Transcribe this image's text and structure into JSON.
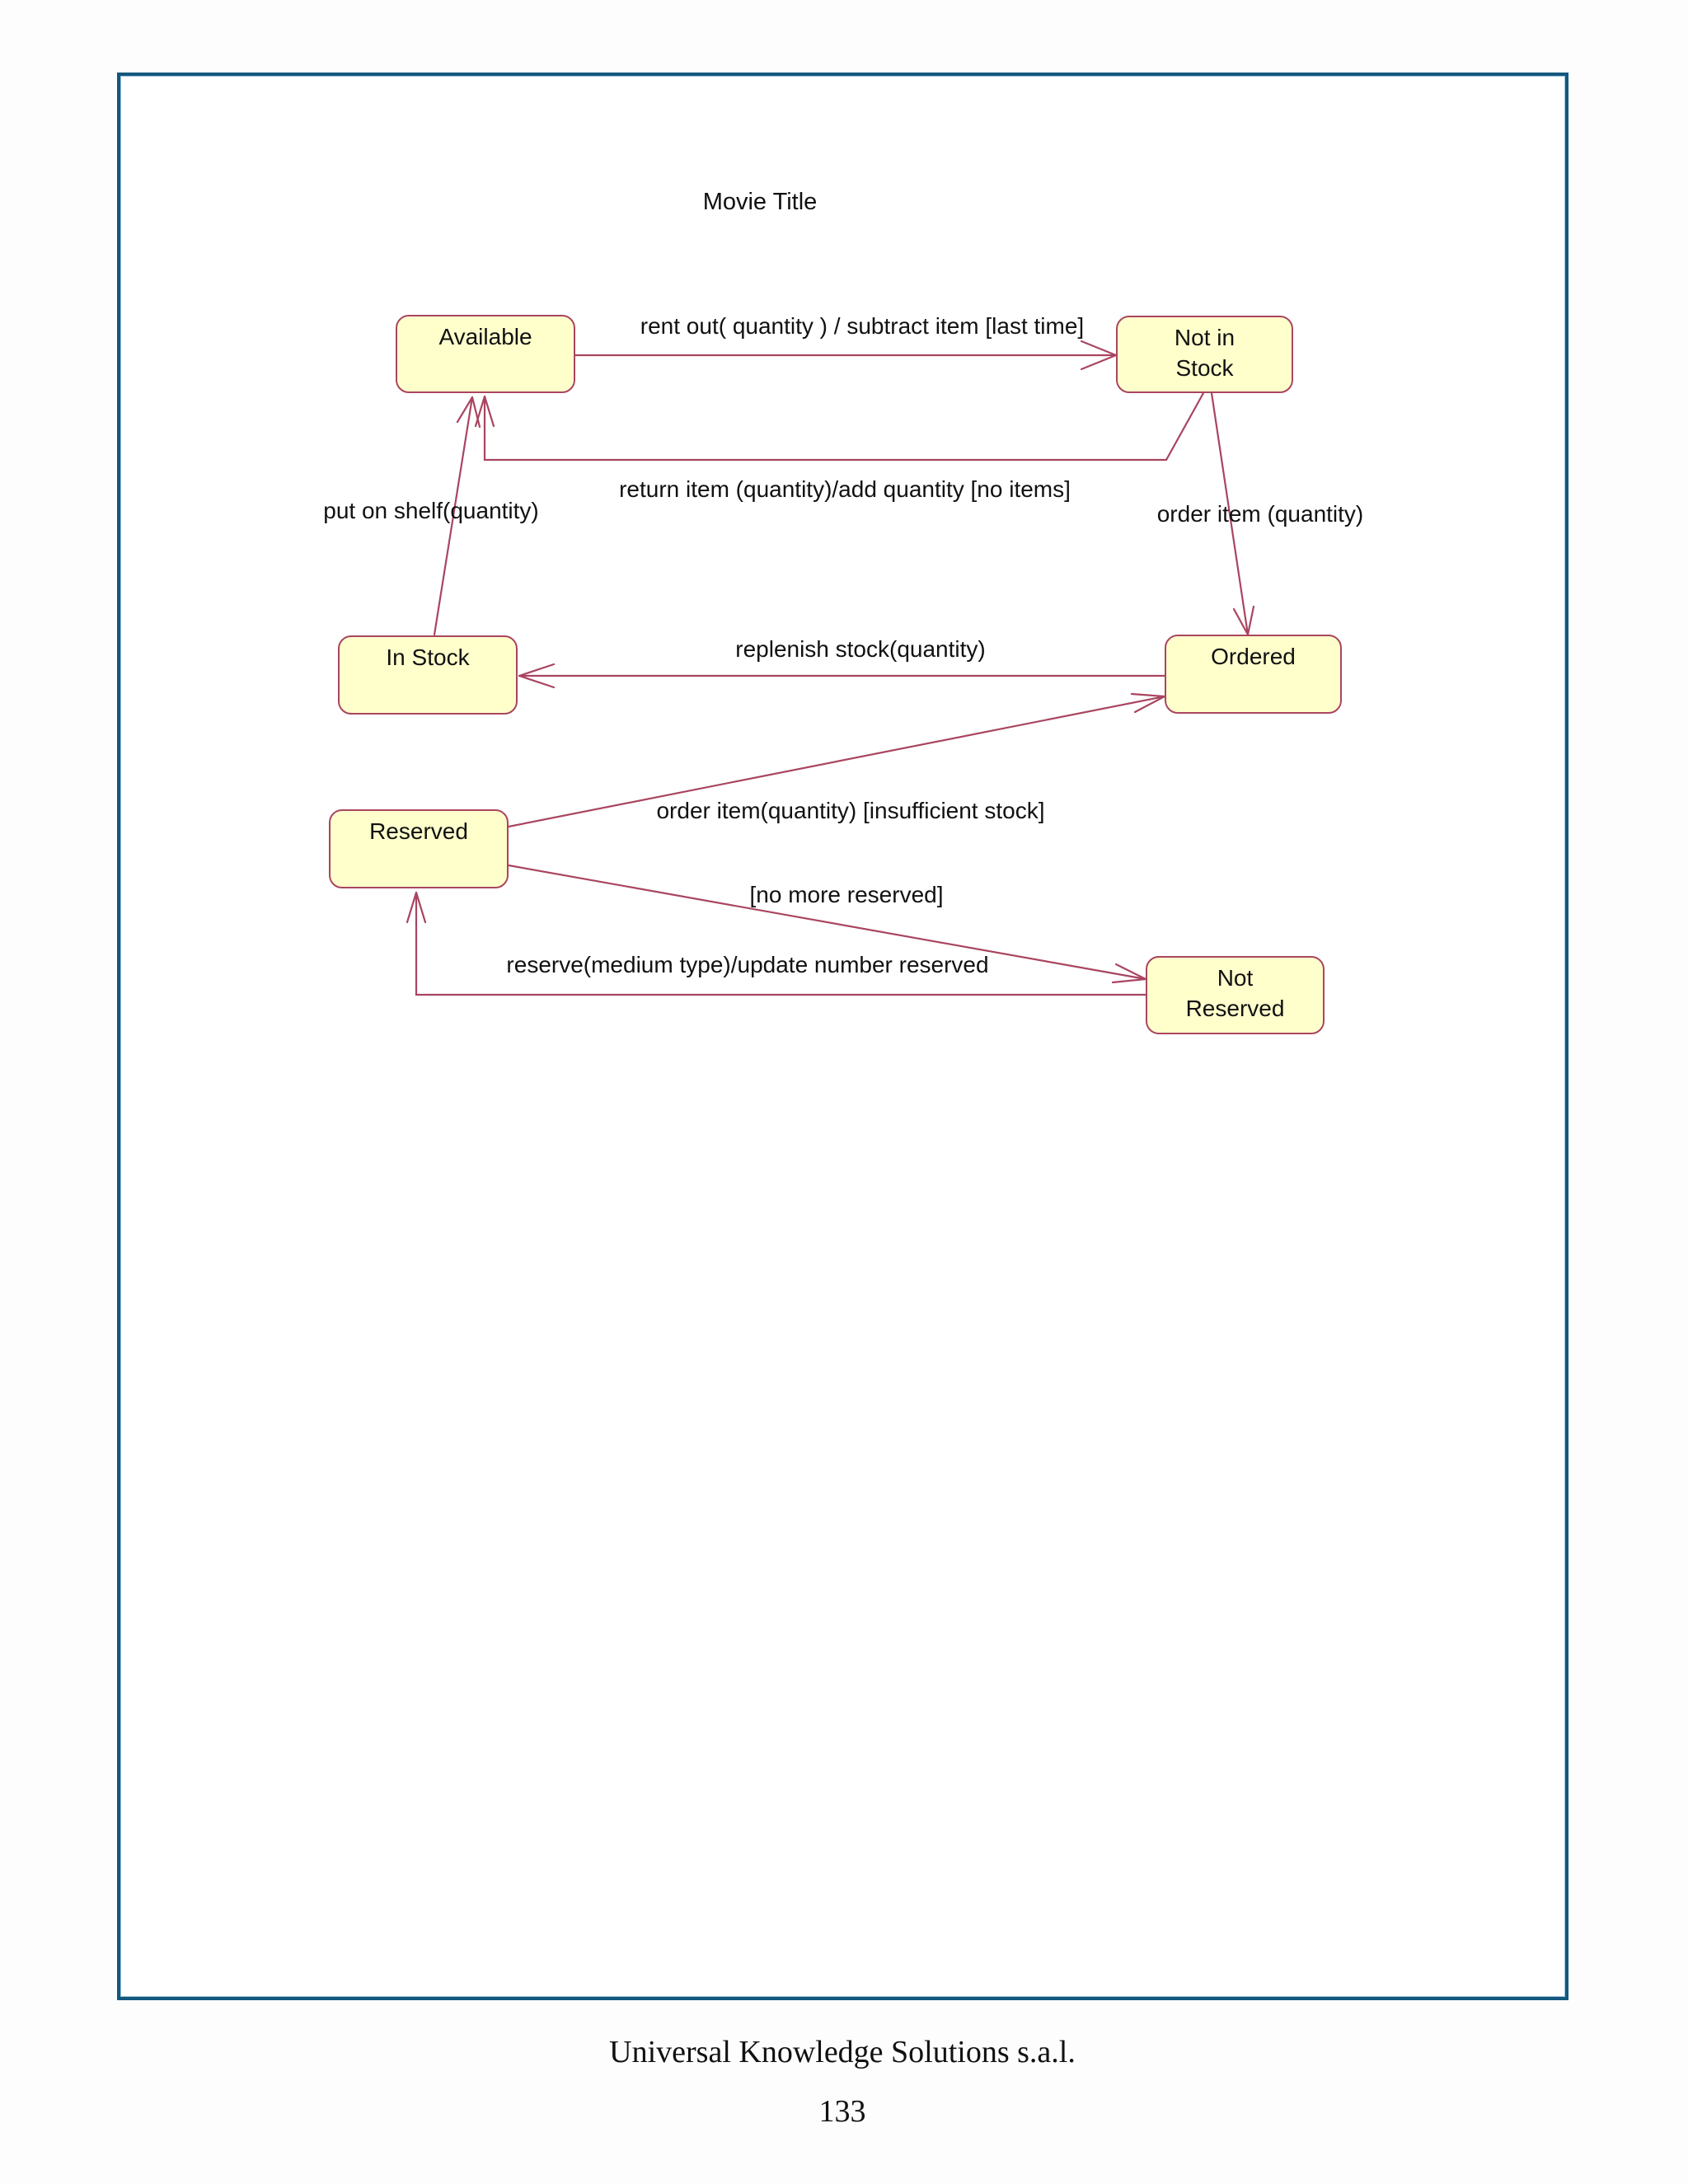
{
  "page": {
    "footer_line1": "Universal Knowledge Solutions s.a.l.",
    "footer_line2": "133"
  },
  "colors": {
    "line": "#a94560",
    "state_fill": "#ffffcc",
    "state_border": "#a94560",
    "page_border": "#14577e",
    "text": "#111111"
  },
  "diagram": {
    "title": "Movie Title",
    "type": "uml-state-diagram",
    "states": [
      {
        "id": "available",
        "label": "Available"
      },
      {
        "id": "not-in-stock",
        "label": "Not in\nStock"
      },
      {
        "id": "in-stock",
        "label": "In Stock"
      },
      {
        "id": "ordered",
        "label": "Ordered"
      },
      {
        "id": "reserved",
        "label": "Reserved"
      },
      {
        "id": "not-reserved",
        "label": "Not\nReserved"
      }
    ],
    "transitions": [
      {
        "from": "available",
        "to": "not-in-stock",
        "label": "rent out( quantity ) / subtract item [last time]"
      },
      {
        "from": "not-in-stock",
        "to": "available",
        "label": "return item (quantity)/add quantity [no items]"
      },
      {
        "from": "in-stock",
        "to": "available",
        "label": "put on shelf(quantity)"
      },
      {
        "from": "not-in-stock",
        "to": "ordered",
        "label": "order item (quantity)"
      },
      {
        "from": "ordered",
        "to": "in-stock",
        "label": "replenish stock(quantity)"
      },
      {
        "from": "reserved",
        "to": "ordered",
        "label": "order item(quantity) [insufficient stock]"
      },
      {
        "from": "reserved",
        "to": "not-reserved",
        "label": "[no more reserved]"
      },
      {
        "from": "not-reserved",
        "to": "reserved",
        "label": "reserve(medium type)/update number reserved"
      }
    ]
  }
}
